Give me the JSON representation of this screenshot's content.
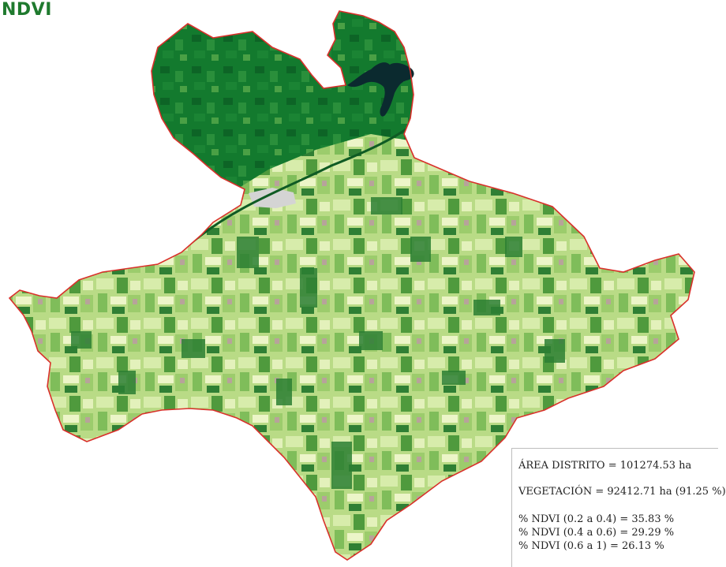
{
  "map": {
    "title": "NDVI",
    "colors": {
      "boundary": "#d9302b",
      "dense_vegetation": "#0f6e2a",
      "medium_vegetation": "#5fa848",
      "light_vegetation": "#c9e59a",
      "water": "#0b2a2f",
      "urban": "#cfcfcf",
      "bare_soil": "#b9a49a"
    }
  },
  "stats": {
    "area": "ÁREA DISTRITO = 101274.53 ha",
    "vegetation": "VEGETACIÓN = 92412.71 ha (91.25 %)",
    "ndvi_low": "% NDVI (0.2 a 0.4) = 35.83 %",
    "ndvi_mid": "% NDVI (0.4 a 0.6) = 29.29 %",
    "ndvi_high": "% NDVI (0.6 a 1) = 26.13 %"
  }
}
